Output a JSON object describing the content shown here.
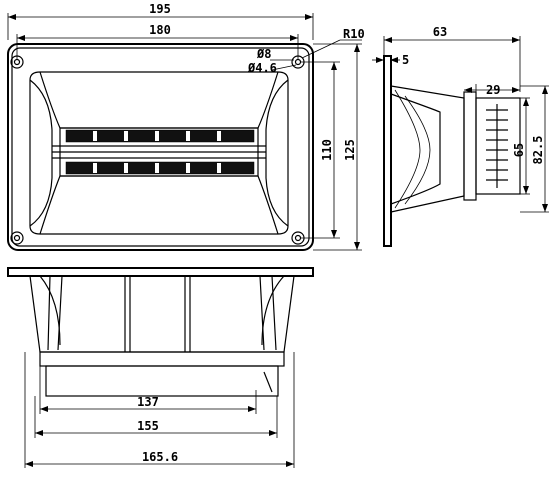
{
  "front_view": {
    "dim_overall_width": "195",
    "dim_mount_width": "180",
    "dim_radius": "R10",
    "dim_hole_outer": "Ø8",
    "dim_hole_inner": "Ø4.6",
    "dim_mount_height": "110",
    "dim_overall_height": "125"
  },
  "side_view": {
    "dim_depth": "63",
    "dim_flange": "5",
    "dim_rear": "29",
    "dim_inner_height": "65",
    "dim_outer_height": "82.5"
  },
  "bottom_view": {
    "dim_inner_width": "137",
    "dim_mid_width": "155",
    "dim_outer_width": "165.6"
  }
}
